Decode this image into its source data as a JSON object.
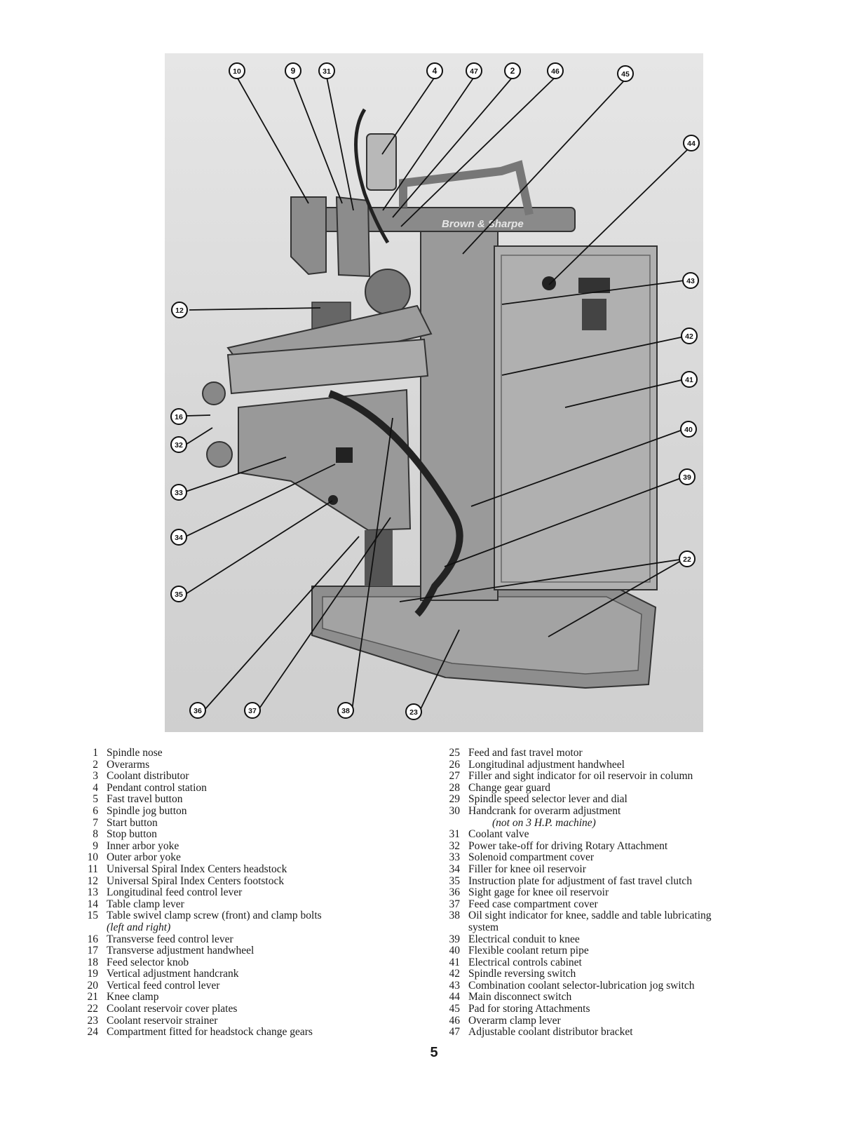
{
  "photo": {
    "nameplate_text": "Brown & Sharpe",
    "callouts": [
      "10",
      "9",
      "31",
      "4",
      "47",
      "2",
      "46",
      "45",
      "44",
      "43",
      "12",
      "42",
      "41",
      "16",
      "32",
      "40",
      "39",
      "33",
      "34",
      "22",
      "35",
      "36",
      "37",
      "38",
      "23"
    ]
  },
  "legend_left": [
    {
      "num": "1",
      "text": "Spindle nose"
    },
    {
      "num": "2",
      "text": "Overarms"
    },
    {
      "num": "3",
      "text": "Coolant distributor"
    },
    {
      "num": "4",
      "text": "Pendant control station"
    },
    {
      "num": "5",
      "text": "Fast travel button"
    },
    {
      "num": "6",
      "text": "Spindle jog button"
    },
    {
      "num": "7",
      "text": "Start button"
    },
    {
      "num": "8",
      "text": "Stop button"
    },
    {
      "num": "9",
      "text": "Inner arbor yoke"
    },
    {
      "num": "10",
      "text": "Outer arbor yoke"
    },
    {
      "num": "11",
      "text": "Universal Spiral Index Centers headstock"
    },
    {
      "num": "12",
      "text": "Universal Spiral Index Centers footstock"
    },
    {
      "num": "13",
      "text": "Longitudinal feed control lever"
    },
    {
      "num": "14",
      "text": "Table clamp lever"
    },
    {
      "num": "15",
      "text": "Table swivel clamp screw (front) and clamp bolts",
      "cont": "(left and right)"
    },
    {
      "num": "16",
      "text": "Transverse feed control lever"
    },
    {
      "num": "17",
      "text": "Transverse adjustment handwheel"
    },
    {
      "num": "18",
      "text": "Feed selector knob"
    },
    {
      "num": "19",
      "text": "Vertical adjustment handcrank"
    },
    {
      "num": "20",
      "text": "Vertical feed control lever"
    },
    {
      "num": "21",
      "text": "Knee clamp"
    },
    {
      "num": "22",
      "text": "Coolant reservoir cover plates"
    },
    {
      "num": "23",
      "text": "Coolant reservoir strainer"
    },
    {
      "num": "24",
      "text": "Compartment fitted for headstock change gears"
    }
  ],
  "legend_right": [
    {
      "num": "25",
      "text": "Feed and fast travel motor"
    },
    {
      "num": "26",
      "text": "Longitudinal adjustment handwheel"
    },
    {
      "num": "27",
      "text": "Filler and sight indicator for oil reservoir in column"
    },
    {
      "num": "28",
      "text": "Change gear guard"
    },
    {
      "num": "29",
      "text": "Spindle speed selector lever and dial"
    },
    {
      "num": "30",
      "text": "Handcrank for overarm adjustment",
      "cont": "(not on 3 H.P. machine)"
    },
    {
      "num": "31",
      "text": "Coolant valve"
    },
    {
      "num": "32",
      "text": "Power take-off for driving Rotary Attachment"
    },
    {
      "num": "33",
      "text": "Solenoid compartment cover"
    },
    {
      "num": "34",
      "text": "Filler for knee oil reservoir"
    },
    {
      "num": "35",
      "text": "Instruction plate for adjustment of fast travel clutch"
    },
    {
      "num": "36",
      "text": "Sight gage for knee oil reservoir"
    },
    {
      "num": "37",
      "text": "Feed case compartment cover"
    },
    {
      "num": "38",
      "text": "Oil sight indicator for knee, saddle and table lubricating",
      "cont_plain": "system"
    },
    {
      "num": "39",
      "text": "Electrical conduit to knee"
    },
    {
      "num": "40",
      "text": "Flexible coolant return pipe"
    },
    {
      "num": "41",
      "text": "Electrical controls cabinet"
    },
    {
      "num": "42",
      "text": "Spindle reversing switch"
    },
    {
      "num": "43",
      "text": "Combination coolant selector-lubrication jog switch"
    },
    {
      "num": "44",
      "text": "Main disconnect switch"
    },
    {
      "num": "45",
      "text": "Pad for storing Attachments"
    },
    {
      "num": "46",
      "text": "Overarm clamp lever"
    },
    {
      "num": "47",
      "text": "Adjustable coolant distributor bracket"
    }
  ],
  "page_number": "5"
}
